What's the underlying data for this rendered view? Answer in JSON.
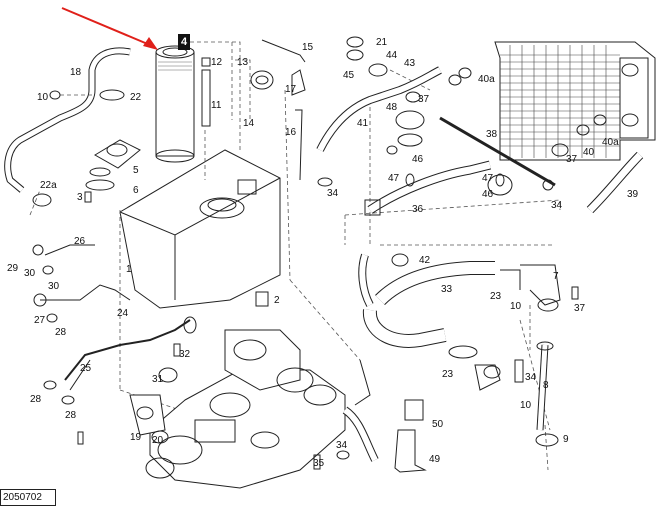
{
  "diagram": {
    "reference_code": "2050702",
    "highlighted_part": "4",
    "colors": {
      "line": "#222222",
      "dash": "#555555",
      "arrow": "#e0201a",
      "highlight_bg": "#111111"
    },
    "callouts": [
      "1",
      "2",
      "3",
      "5",
      "6",
      "7",
      "8",
      "9",
      "10",
      "10",
      "10",
      "11",
      "12",
      "13",
      "14",
      "15",
      "16",
      "17",
      "18",
      "19",
      "20",
      "21",
      "22",
      "22a",
      "23",
      "23",
      "24",
      "25",
      "26",
      "27",
      "28",
      "28",
      "28",
      "29",
      "30",
      "30",
      "31",
      "32",
      "33",
      "34",
      "34",
      "34",
      "34",
      "35",
      "36",
      "37",
      "37",
      "37",
      "38",
      "39",
      "40",
      "40a",
      "40a",
      "41",
      "42",
      "43",
      "44",
      "45",
      "46",
      "46",
      "47",
      "47",
      "48",
      "49",
      "50"
    ]
  }
}
